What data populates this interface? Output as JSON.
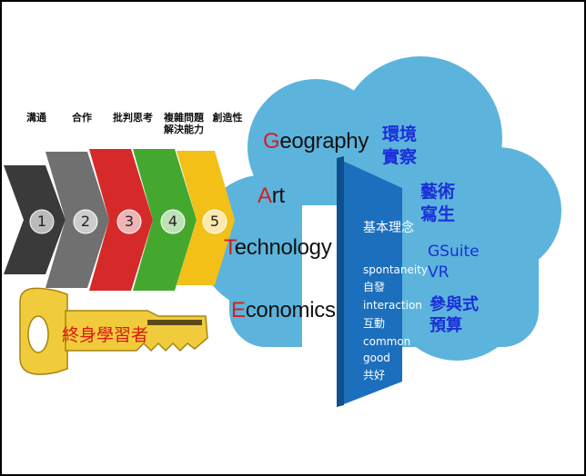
{
  "skills": [
    {
      "label": "溝通"
    },
    {
      "label": "合作"
    },
    {
      "label": "批判思考"
    },
    {
      "label": "複雜問題\n解決能力"
    },
    {
      "label": "創造性"
    }
  ],
  "steps": [
    "1",
    "2",
    "3",
    "4",
    "5"
  ],
  "key_label": "終身學習者",
  "gate_words": [
    {
      "initial": "G",
      "rest": "eography"
    },
    {
      "initial": "A",
      "rest": "rt"
    },
    {
      "initial": "T",
      "rest": "echnology"
    },
    {
      "initial": "E",
      "rest": "conomics"
    }
  ],
  "practices": [
    {
      "label": "環境\n實察"
    },
    {
      "label": "藝術\n寫生"
    },
    {
      "label": "GSuite\nVR"
    },
    {
      "label": "參與式\n預算"
    }
  ],
  "door": {
    "title": "基本理念",
    "lines": [
      "spontaneity",
      "自發",
      "interaction",
      "互動",
      "common",
      "good",
      "共好"
    ]
  },
  "colors": {
    "cloud": "#5cb4dc",
    "cloud_dark": "#3d93c5",
    "door": "#1c6fbd",
    "key": "#f0cc3c",
    "chevrons": [
      "#3a3a3a",
      "#707070",
      "#d62a2a",
      "#45a82e",
      "#f2c017"
    ]
  }
}
